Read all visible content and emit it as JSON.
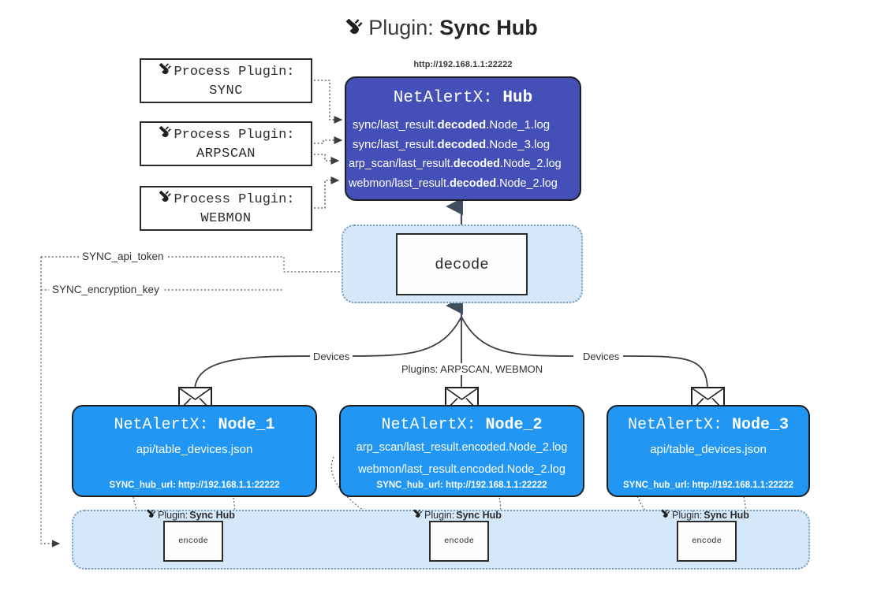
{
  "title": {
    "icon": "plug-icon",
    "prefix": "Plugin:",
    "name": "Sync Hub"
  },
  "process_plugins": [
    {
      "icon": "plug-icon",
      "label": "Process Plugin:",
      "name": "SYNC"
    },
    {
      "icon": "plug-icon",
      "label": "Process Plugin:",
      "name": "ARPSCAN"
    },
    {
      "icon": "plug-icon",
      "label": "Process Plugin:",
      "name": "WEBMON"
    }
  ],
  "hub": {
    "url": "http://192.168.1.1:22222",
    "app": "NetAlertX:",
    "name": "Hub",
    "logs": [
      {
        "pre": "sync/last_result.",
        "mid": "decoded",
        "post": ".Node_1.log"
      },
      {
        "pre": "sync/last_result.",
        "mid": "decoded",
        "post": ".Node_3.log"
      },
      {
        "pre": "arp_scan/last_result.",
        "mid": "decoded",
        "post": ".Node_2.log"
      },
      {
        "pre": "webmon/last_result.",
        "mid": "decoded",
        "post": ".Node_2.log"
      }
    ]
  },
  "decode": {
    "label": "decode"
  },
  "tokens": [
    {
      "label": "SYNC_api_token"
    },
    {
      "label": "SYNC_encryption_key"
    }
  ],
  "edges": {
    "devices_left": "Devices",
    "devices_right": "Devices",
    "plugins_center": "Plugins: ARPSCAN, WEBMON"
  },
  "nodes": [
    {
      "app": "NetAlertX:",
      "name": "Node_1",
      "lines": [
        "api/table_devices.json"
      ],
      "url_label": "SYNC_hub_url: http://192.168.1.1:22222",
      "icon": "envelope-icon"
    },
    {
      "app": "NetAlertX:",
      "name": "Node_2",
      "lines": [
        "arp_scan/last_result.encoded.Node_2.log",
        "webmon/last_result.encoded.Node_2.log"
      ],
      "url_label": "SYNC_hub_url: http://192.168.1.1:22222",
      "icon": "envelope-icon"
    },
    {
      "app": "NetAlertX:",
      "name": "Node_3",
      "lines": [
        "api/table_devices.json"
      ],
      "url_label": "SYNC_hub_url: http://192.168.1.1:22222",
      "icon": "envelope-icon"
    }
  ],
  "encoders": [
    {
      "plugin_prefix": "Plugin:",
      "plugin_name": "Sync Hub",
      "label": "encode"
    },
    {
      "plugin_prefix": "Plugin:",
      "plugin_name": "Sync Hub",
      "label": "encode"
    },
    {
      "plugin_prefix": "Plugin:",
      "plugin_name": "Sync Hub",
      "label": "encode"
    }
  ],
  "colors": {
    "hub": "#4450b8",
    "node": "#2196f3",
    "band": "#d4e8fa",
    "band_border": "#7c9fbc",
    "stroke": "#1f1f1f",
    "background": "#ffffff"
  }
}
